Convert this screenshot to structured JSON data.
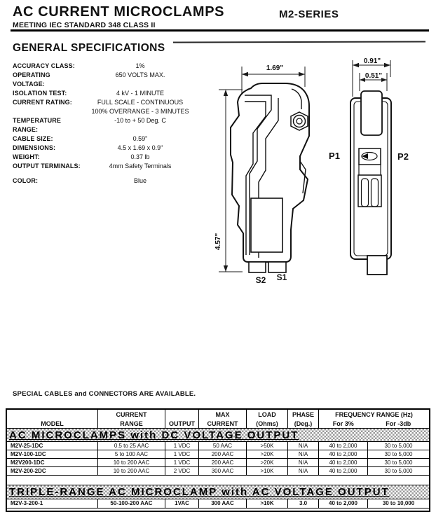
{
  "header": {
    "title": "AC CURRENT MICROCLAMPS",
    "series": "M2-SERIES",
    "subtitle": "MEETING IEC STANDARD 348 CLASS II"
  },
  "specs": {
    "heading": "GENERAL SPECIFICATIONS",
    "items": [
      {
        "label": "ACCURACY CLASS:",
        "value": "1%"
      },
      {
        "label": "OPERATING VOLTAGE:",
        "value": "650 VOLTS MAX."
      },
      {
        "label": "ISOLATION TEST:",
        "value": "4 kV - 1 MINUTE"
      },
      {
        "label": "CURRENT RATING:",
        "value": "FULL SCALE - CONTINUOUS",
        "value_line2": "100% OVERRANGE - 3 MINUTES"
      },
      {
        "label": "TEMPERATURE RANGE:",
        "value": "-10 to + 50 Deg. C"
      },
      {
        "label": "CABLE SIZE:",
        "value": "0.59\""
      },
      {
        "label": "DIMENSIONS:",
        "value": "4.5 x 1.69 x 0.9\""
      },
      {
        "label": "WEIGHT:",
        "value": "0.37 lb"
      },
      {
        "label": "OUTPUT TERMINALS:",
        "value": "4mm Safety Terminals"
      },
      {
        "label": "COLOR:",
        "value": "Blue"
      }
    ]
  },
  "drawing": {
    "side_view": {
      "width_dim": "1.69\"",
      "height_dim": "4.57\"",
      "terminal_left": "S2",
      "terminal_right": "S1"
    },
    "front_view": {
      "outer_width_dim": "0.91\"",
      "inner_width_dim": "0.51\"",
      "terminal_left": "P1",
      "terminal_right": "P2"
    }
  },
  "note": "SPECIAL CABLES and CONNECTORS ARE AVAILABLE.",
  "table": {
    "header": {
      "model": "MODEL",
      "current_range_line1": "CURRENT",
      "current_range_line2": "RANGE",
      "output": "OUTPUT",
      "max_current_line1": "MAX",
      "max_current_line2": "CURRENT",
      "load_line1": "LOAD",
      "load_line2": "(Ohms)",
      "phase_line1": "PHASE",
      "phase_line2": "(Deg.)",
      "frequency_title": "FREQUENCY RANGE (Hz)",
      "frequency_sub1": "For 3%",
      "frequency_sub2": "For -3db"
    },
    "sections": [
      {
        "title": "AC MICROCLAMPS with DC VOLTAGE OUTPUT",
        "rows": [
          [
            "M2V-25-1DC",
            "0.5 to 25 AAC",
            "1 VDC",
            "50 AAC",
            ">50K",
            "N/A",
            "40 to 2,000",
            "30 to 5,000"
          ],
          [
            "M2V-100-1DC",
            "5 to 100 AAC",
            "1 VDC",
            "200 AAC",
            ">20K",
            "N/A",
            "40 to 2,000",
            "30 to 5,000"
          ],
          [
            "M2V200-1DC",
            "10 to 200 AAC",
            "1 VDC",
            "200 AAC",
            ">20K",
            "N/A",
            "40 to 2,000",
            "30 to 5,000"
          ],
          [
            "M2V-200-2DC",
            "10 to 200 AAC",
            "2 VDC",
            "300 AAC",
            ">10K",
            "N/A",
            "40 to 2,000",
            "30 to 5,000"
          ]
        ]
      },
      {
        "title": "TRIPLE-RANGE AC MICROCLAMP with AC VOLTAGE OUTPUT",
        "rows": [
          [
            "M2V-3-200-1",
            "50-100-200 AAC",
            "1VAC",
            "300 AAC",
            ">10K",
            "3.0",
            "40 to 2,000",
            "30 to 10,000"
          ]
        ]
      }
    ]
  }
}
